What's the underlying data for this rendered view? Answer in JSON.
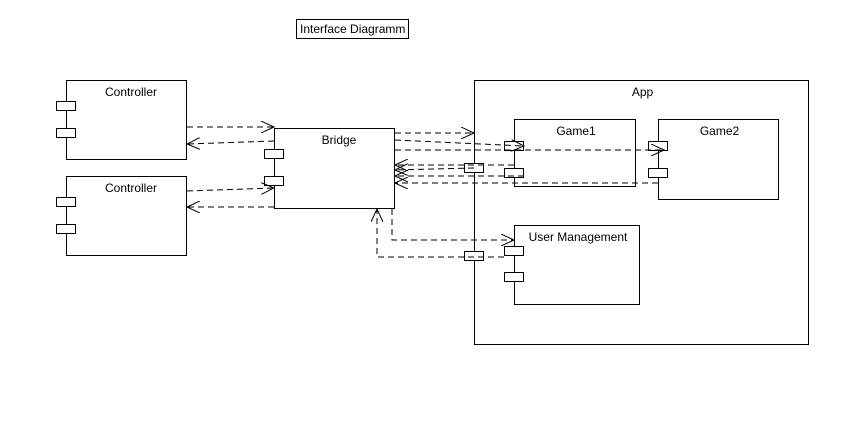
{
  "diagram": {
    "title": "Interface Diagramm",
    "components": {
      "controller_top": {
        "label": "Controller"
      },
      "controller_bottom": {
        "label": "Controller"
      },
      "bridge": {
        "label": "Bridge"
      },
      "app": {
        "label": "App"
      },
      "game1": {
        "label": "Game1"
      },
      "game2": {
        "label": "Game2"
      },
      "user_management": {
        "label": "User Management"
      }
    },
    "connections": [
      {
        "from": "controller_top",
        "to": "bridge",
        "style": "dashed"
      },
      {
        "from": "bridge",
        "to": "controller_top",
        "style": "dashed"
      },
      {
        "from": "controller_bottom",
        "to": "bridge",
        "style": "dashed"
      },
      {
        "from": "bridge",
        "to": "controller_bottom",
        "style": "dashed"
      },
      {
        "from": "bridge",
        "to": "app",
        "style": "dashed"
      },
      {
        "from": "bridge",
        "to": "game1",
        "style": "dashed"
      },
      {
        "from": "bridge",
        "to": "game2",
        "style": "dashed"
      },
      {
        "from": "game1",
        "to": "bridge",
        "style": "dashed"
      },
      {
        "from": "game2",
        "to": "bridge",
        "style": "dashed"
      },
      {
        "from": "bridge",
        "to": "user_management",
        "style": "dashed"
      },
      {
        "from": "user_management",
        "to": "bridge",
        "style": "dashed"
      }
    ]
  }
}
